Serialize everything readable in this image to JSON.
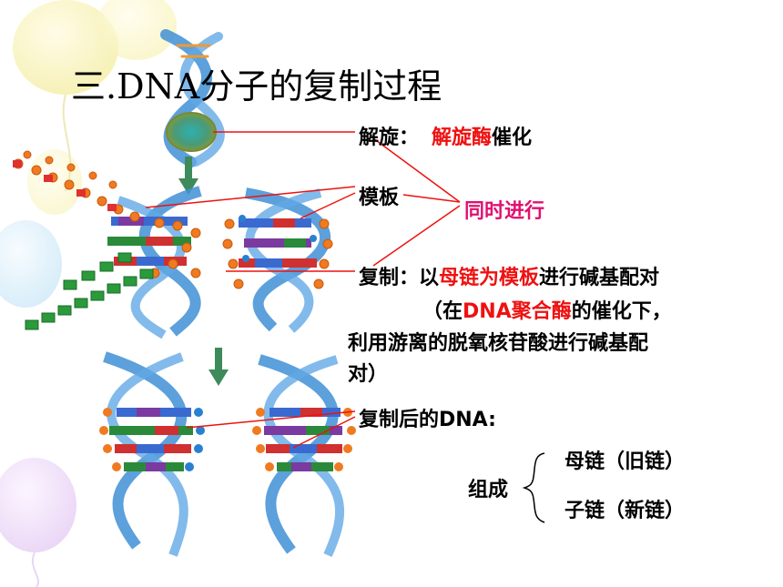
{
  "title": "三.DNA分子的复制过程",
  "labels": {
    "unwinding": {
      "prefix": "解旋：",
      "enzyme": "解旋酶",
      "suffix": "催化"
    },
    "template": "模板",
    "simultaneous": "同时进行",
    "replication": {
      "prefix": "复制：以",
      "highlight": "母链为模板",
      "suffix": "进行碱基配对"
    },
    "note": {
      "line1_prefix": "（在",
      "line1_highlight": "DNA聚合酶",
      "line1_suffix": "的催化下，",
      "line2": "利用游离的脱氧核苷酸进行碱基配",
      "line3": "对）"
    },
    "after": "复制后的DNA:",
    "composition": "组成",
    "parent_strand": "母链（旧链）",
    "daughter_strand": "子链（新链）"
  },
  "colors": {
    "accent_red": "#ee1111",
    "accent_pink": "#e01070",
    "helix_blue": "#3f8fd6",
    "arrow_green": "#3d8a5a"
  },
  "icons": [
    "unwinding-sphere-icon",
    "down-arrow-icon",
    "brace-icon"
  ]
}
